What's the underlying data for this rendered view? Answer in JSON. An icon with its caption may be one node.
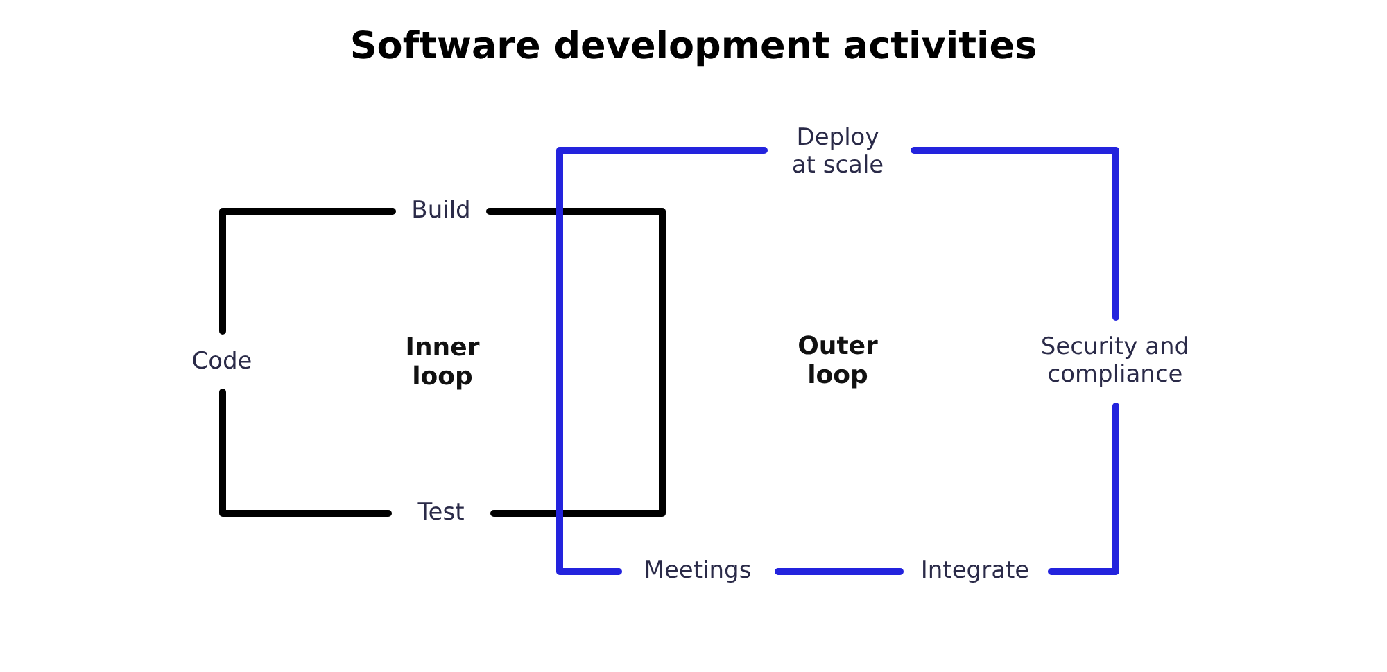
{
  "diagram": {
    "title": "Software development activities",
    "nodes": [
      {
        "text": [
          "Inner loop"
        ]
      },
      {
        "text": [
          "Outer loop"
        ]
      }
    ],
    "labels": [
      "Deploy at scale",
      "Build",
      "Code",
      "Security and compliance",
      "Test",
      "Meetings",
      "Integrate"
    ]
  }
}
